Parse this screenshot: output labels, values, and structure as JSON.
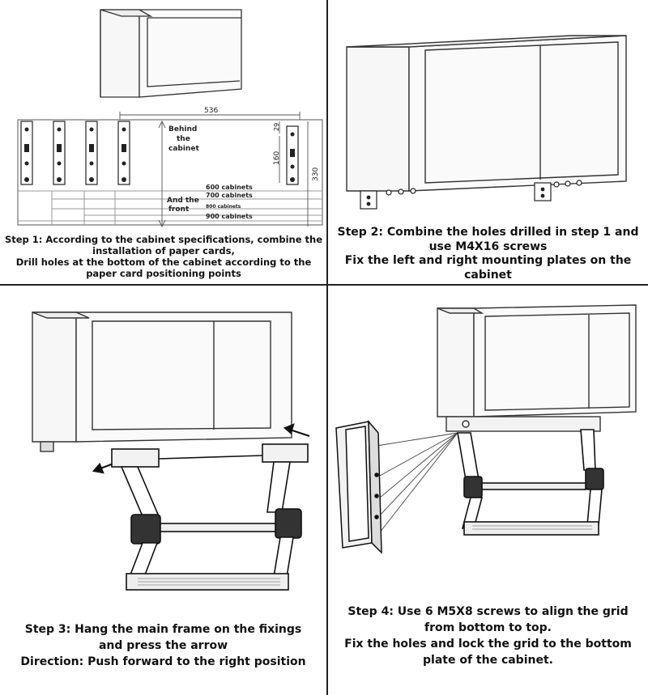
{
  "step1": {
    "caption": [
      "Step 1: According to the cabinet specifications, combine the",
      "installation of paper cards,",
      "Drill holes at the bottom of the cabinet according to the",
      "paper card positioning points"
    ],
    "dims": {
      "top": "536",
      "small": "29",
      "mid": "160",
      "right": "330"
    },
    "labels": {
      "behind": [
        "Behind",
        "the",
        "cabinet"
      ],
      "front": [
        "And the",
        "front"
      ],
      "c600": "600 cabinets",
      "c700": "700 cabinets",
      "c800": "800 cabinets",
      "c900": "900 cabinets"
    }
  },
  "step2": {
    "caption": [
      "Step 2: Combine the holes drilled in step 1 and",
      "use M4X16 screws",
      "Fix the left and right mounting plates on the",
      "cabinet"
    ]
  },
  "step3": {
    "caption": [
      "Step 3: Hang the main frame on the fixings",
      "and press the arrow",
      "Direction: Push forward to the right position"
    ]
  },
  "step4": {
    "caption": [
      "Step 4: Use 6 M5X8 screws to align the grid",
      "from bottom to top.",
      "Fix the holes and lock the grid to the bottom",
      "plate of the cabinet."
    ]
  }
}
